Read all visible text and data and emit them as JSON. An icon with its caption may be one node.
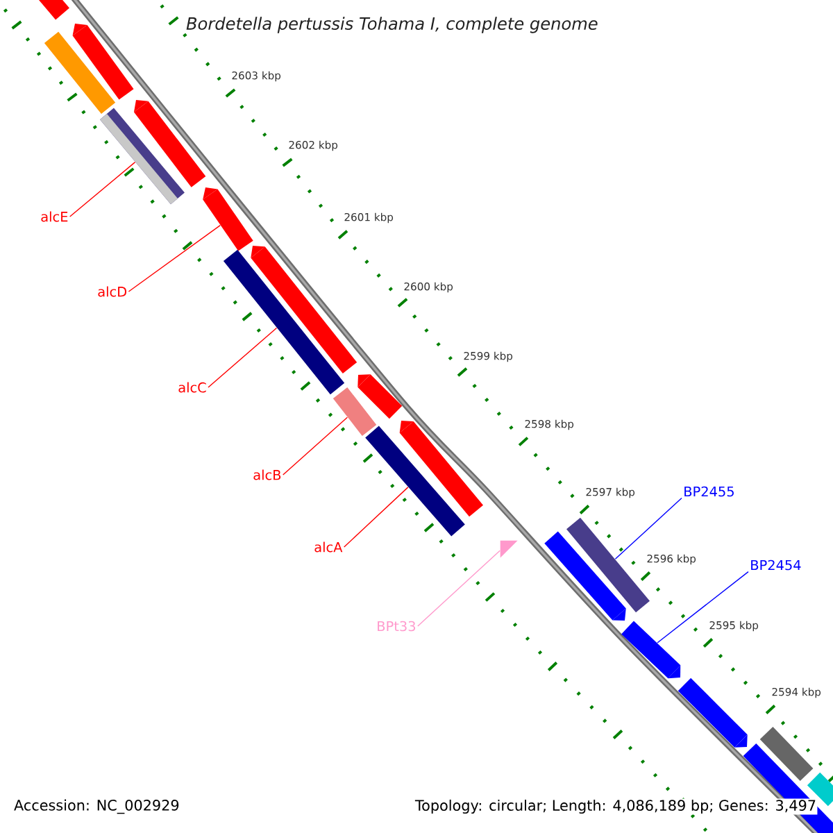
{
  "diagram": {
    "title": "Bordetella pertussis Tohama I, complete genome",
    "nodes": [
      {
        "text": [
          "alcE"
        ]
      },
      {
        "text": [],
        "shape": "bar"
      },
      {
        "text": [
          "alcD"
        ]
      },
      {
        "text": [],
        "shape": "bar"
      },
      {
        "text": [
          "alcC"
        ]
      },
      {
        "text": [],
        "shape": "bar"
      },
      {
        "text": [
          "alcB"
        ]
      },
      {
        "text": [],
        "shape": "bar"
      },
      {
        "text": [
          "alcA"
        ]
      },
      {
        "text": [],
        "shape": "bar"
      },
      {
        "text": [
          "BPt33"
        ]
      },
      {
        "text": [],
        "shape": "triangle"
      },
      {
        "text": [
          "BP2455"
        ]
      },
      {
        "text": [],
        "shape": "bar"
      },
      {
        "text": [
          "BP2454"
        ]
      },
      {
        "text": [],
        "shape": "bar"
      },
      {
        "text": [],
        "shape": "bar"
      },
      {
        "text": [],
        "shape": "bar"
      },
      {
        "text": [],
        "shape": "bar"
      },
      {
        "text": [],
        "shape": "bar"
      },
      {
        "text": [],
        "shape": "bar"
      },
      {
        "text": [],
        "shape": "bar"
      },
      {
        "text": [],
        "shape": "bar"
      },
      {
        "text": [],
        "shape": "bar"
      },
      {
        "text": [],
        "shape": "bar"
      },
      {
        "text": [],
        "shape": "bar"
      },
      {
        "text": [],
        "shape": "bar"
      },
      {
        "text": [],
        "shape": "bar"
      }
    ],
    "edges": [
      {
        "from": 0,
        "to": 1,
        "arrow": "none"
      },
      {
        "from": 2,
        "to": 3,
        "arrow": "none"
      },
      {
        "from": 4,
        "to": 5,
        "arrow": "none"
      },
      {
        "from": 6,
        "to": 7,
        "arrow": "none"
      },
      {
        "from": 8,
        "to": 9,
        "arrow": "none"
      },
      {
        "from": 10,
        "to": 11,
        "arrow": "none",
        "color": "#ff99cc"
      },
      {
        "from": 12,
        "to": 13,
        "arrow": "none",
        "color": "#0000ff"
      },
      {
        "from": 14,
        "to": 15,
        "arrow": "none",
        "color": "#0000ff"
      }
    ],
    "labels": [
      "2603 kbp",
      "2602 kbp",
      "2601 kbp",
      "2600 kbp",
      "2599 kbp",
      "2598 kbp",
      "2597 kbp",
      "2596 kbp",
      "2595 kbp",
      "2594 kbp",
      "Accession: NC_002929",
      "Topology: circular; Length: 4,086,189 bp; Genes: 3,497"
    ]
  }
}
